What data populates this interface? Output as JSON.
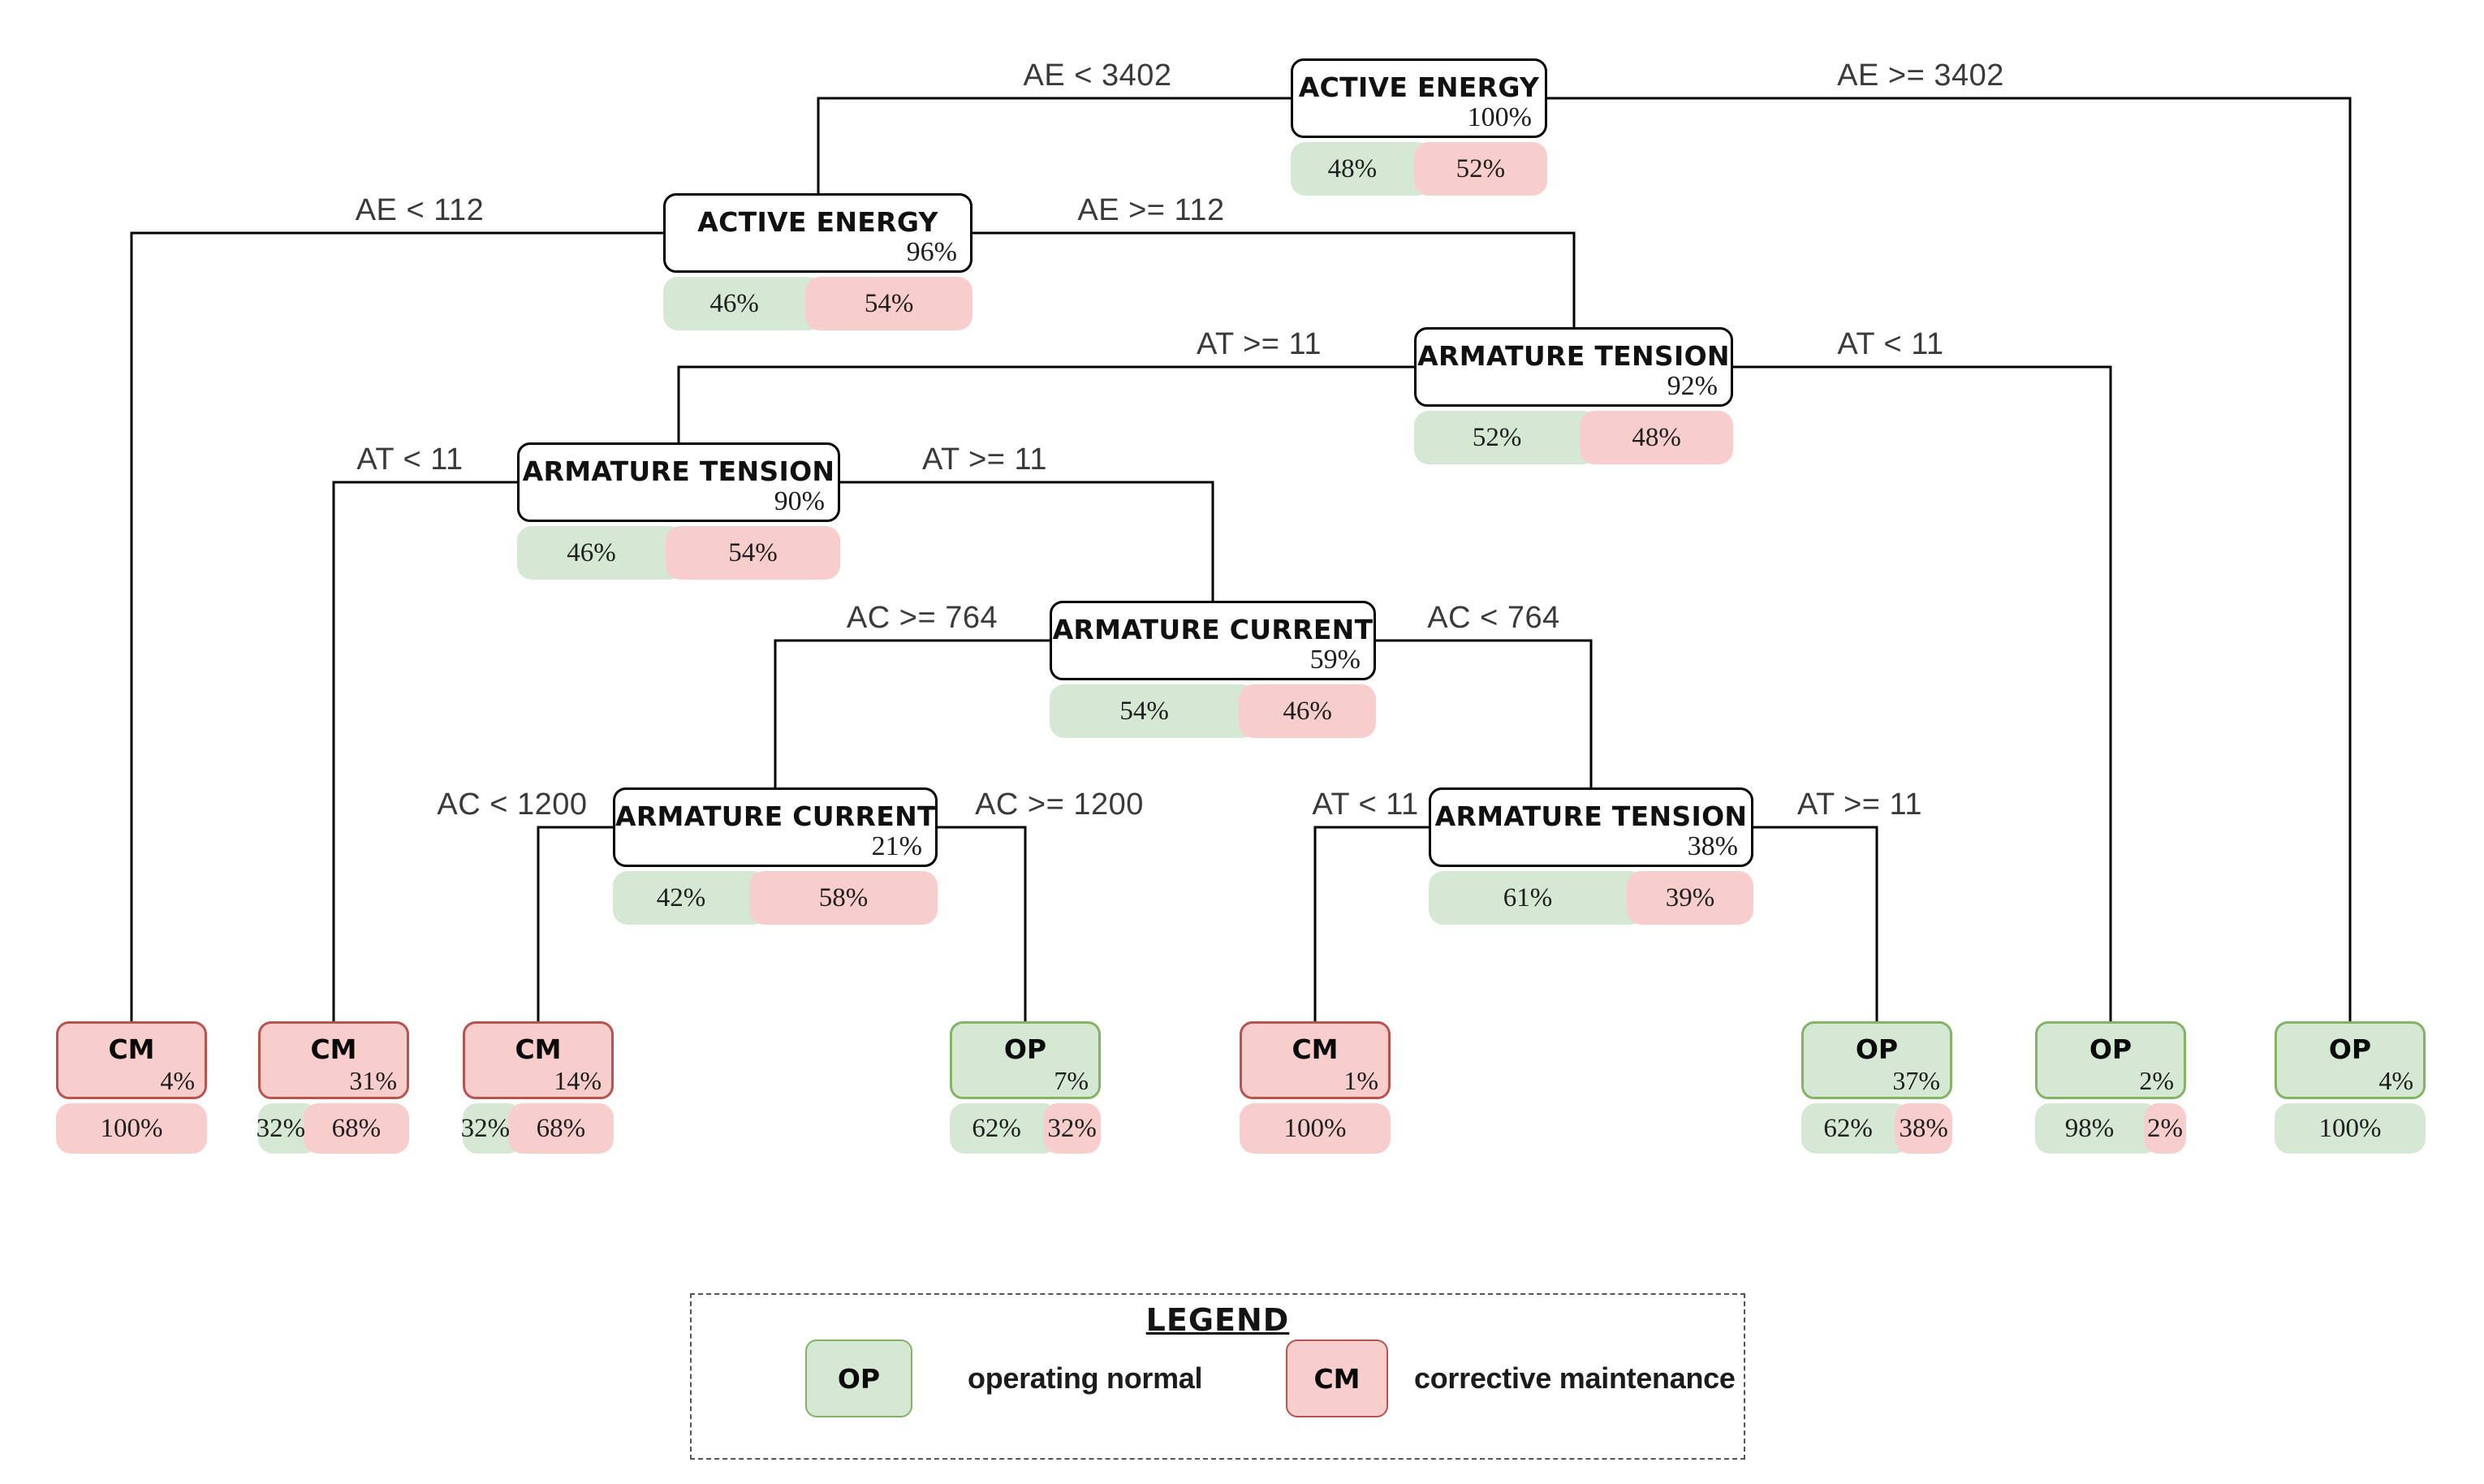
{
  "tree": {
    "nodes": [
      {
        "title": "ACTIVE ENERGY",
        "support": "100%",
        "bar_op": "48%",
        "bar_cm": "52%"
      },
      {
        "title": "ACTIVE ENERGY",
        "support": "96%",
        "bar_op": "46%",
        "bar_cm": "54%"
      },
      {
        "title": "ARMATURE TENSION",
        "support": "92%",
        "bar_op": "52%",
        "bar_cm": "48%"
      },
      {
        "title": "ARMATURE TENSION",
        "support": "90%",
        "bar_op": "46%",
        "bar_cm": "54%"
      },
      {
        "title": "ARMATURE CURRENT",
        "support": "59%",
        "bar_op": "54%",
        "bar_cm": "46%"
      },
      {
        "title": "ARMATURE CURRENT",
        "support": "21%",
        "bar_op": "42%",
        "bar_cm": "58%"
      },
      {
        "title": "ARMATURE TENSION",
        "support": "38%",
        "bar_op": "61%",
        "bar_cm": "39%"
      }
    ],
    "leaves": [
      {
        "label": "CM",
        "support": "4%",
        "bar_cm": "100%"
      },
      {
        "label": "CM",
        "support": "31%",
        "bar_op": "32%",
        "bar_cm": "68%"
      },
      {
        "label": "CM",
        "support": "14%",
        "bar_op": "32%",
        "bar_cm": "68%"
      },
      {
        "label": "OP",
        "support": "7%",
        "bar_op": "62%",
        "bar_cm": "32%"
      },
      {
        "label": "CM",
        "support": "1%",
        "bar_cm": "100%"
      },
      {
        "label": "OP",
        "support": "37%",
        "bar_op": "62%",
        "bar_cm": "38%"
      },
      {
        "label": "OP",
        "support": "2%",
        "bar_op": "98%",
        "bar_cm": "2%"
      },
      {
        "label": "OP",
        "support": "4%",
        "bar_op": "100%"
      }
    ],
    "edge_labels": [
      "AE < 3402",
      "AE >= 3402",
      "AE < 112",
      "AE >= 112",
      "AT >= 11",
      "AT < 11",
      "AT < 11",
      "AT >= 11",
      "AC >= 764",
      "AC < 764",
      "AC < 1200",
      "AC >= 1200",
      "AT < 11",
      "AT >= 11"
    ],
    "colors": {
      "op_fill": "#d5e8d4",
      "op_stroke": "#82b366",
      "cm_fill": "#f8cecc",
      "cm_stroke": "#b85450",
      "node_stroke": "#000000",
      "edge_line": "#000000"
    }
  },
  "legend": {
    "title": "LEGEND",
    "items": [
      {
        "key": "OP",
        "label": "operating normal"
      },
      {
        "key": "CM",
        "label": "corrective maintenance"
      }
    ]
  }
}
